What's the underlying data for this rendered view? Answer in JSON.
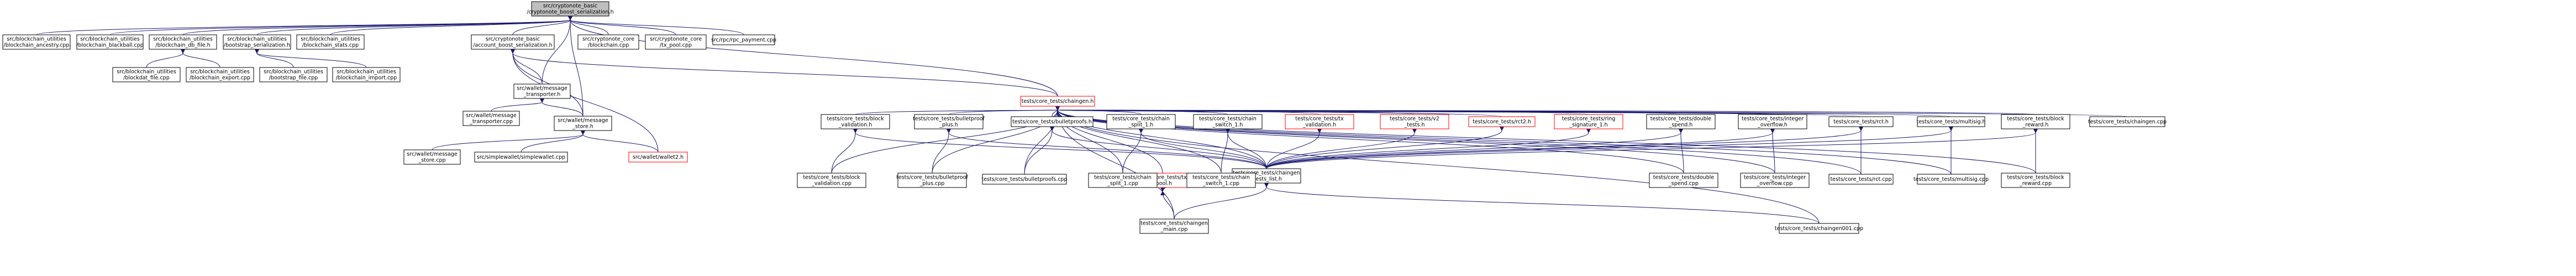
{
  "colors": {
    "edge": "#191970",
    "root_fill": "#bfbfbf",
    "node_border": "#000000",
    "missing_border": "#ff0000",
    "text": "#000000",
    "background": "#ffffff"
  },
  "nodes": [
    {
      "id": "root",
      "kind": "root",
      "lines": [
        "src/cryptonote_basic",
        "/cryptonote_boost_serialization.h"
      ]
    },
    {
      "id": "bc_ancestry",
      "kind": "normal",
      "lines": [
        "src/blockchain_utilities",
        "/blockchain_ancestry.cpp"
      ]
    },
    {
      "id": "bc_blackball",
      "kind": "normal",
      "lines": [
        "src/blockchain_utilities",
        "/blockchain_blackball.cpp"
      ]
    },
    {
      "id": "blockchain_db",
      "kind": "normal",
      "lines": [
        "src/blockchain_utilities",
        "/blockchain_db_file.h"
      ]
    },
    {
      "id": "bootstrap_h",
      "kind": "normal",
      "lines": [
        "src/blockchain_utilities",
        "/bootstrap_serialization.h"
      ]
    },
    {
      "id": "bc_stats",
      "kind": "normal",
      "lines": [
        "src/blockchain_utilities",
        "/blockchain_stats.cpp"
      ]
    },
    {
      "id": "acct_boost",
      "kind": "normal",
      "lines": [
        "src/cryptonote_basic",
        "/account_boost_serialization.h"
      ]
    },
    {
      "id": "cn_core_bc",
      "kind": "normal",
      "lines": [
        "src/cryptonote_core",
        "/blockchain.cpp"
      ]
    },
    {
      "id": "cn_core_txpool",
      "kind": "normal",
      "lines": [
        "src/cryptonote_core",
        "/tx_pool.cpp"
      ]
    },
    {
      "id": "rpc_payment",
      "kind": "normal",
      "lines": [
        "src/rpc/rpc_payment.cpp"
      ]
    },
    {
      "id": "blockdat_cpp",
      "kind": "normal",
      "lines": [
        "src/blockchain_utilities",
        "/blockdat_file.cpp"
      ]
    },
    {
      "id": "bc_export",
      "kind": "normal",
      "lines": [
        "src/blockchain_utilities",
        "/blockchain_export.cpp"
      ]
    },
    {
      "id": "bootstrap_cpp",
      "kind": "normal",
      "lines": [
        "src/blockchain_utilities",
        "/bootstrap_file.cpp"
      ]
    },
    {
      "id": "bc_import",
      "kind": "normal",
      "lines": [
        "src/blockchain_utilities",
        "/blockchain_import.cpp"
      ]
    },
    {
      "id": "msg_transporter_h",
      "kind": "normal",
      "lines": [
        "src/wallet/message",
        "_transporter.h"
      ]
    },
    {
      "id": "msg_transporter_cpp",
      "kind": "normal",
      "lines": [
        "src/wallet/message",
        "_transporter.cpp"
      ]
    },
    {
      "id": "msg_store_h",
      "kind": "normal",
      "lines": [
        "src/wallet/message",
        "_store.h"
      ]
    },
    {
      "id": "msg_store_cpp",
      "kind": "normal",
      "lines": [
        "src/wallet/message",
        "_store.cpp"
      ]
    },
    {
      "id": "simplewallet",
      "kind": "normal",
      "lines": [
        "src/simplewallet/simplewallet.cpp"
      ]
    },
    {
      "id": "wallet2",
      "kind": "missing",
      "lines": [
        "src/wallet/wallet2.h"
      ]
    },
    {
      "id": "chaingen_h",
      "kind": "missing",
      "lines": [
        "tests/core_tests/chaingen.h"
      ]
    },
    {
      "id": "block_validation_h",
      "kind": "normal",
      "lines": [
        "tests/core_tests/block",
        "_validation.h"
      ]
    },
    {
      "id": "bp_plus_h",
      "kind": "normal",
      "lines": [
        "tests/core_tests/bulletproof",
        "_plus.h"
      ]
    },
    {
      "id": "bulletproofs_h",
      "kind": "normal",
      "lines": [
        "tests/core_tests/bulletproofs.h"
      ]
    },
    {
      "id": "chain_split_h",
      "kind": "normal",
      "lines": [
        "tests/core_tests/chain",
        "_split_1.h"
      ]
    },
    {
      "id": "chain_switch_h",
      "kind": "normal",
      "lines": [
        "tests/core_tests/chain",
        "_switch_1.h"
      ]
    },
    {
      "id": "tx_validation_h",
      "kind": "missing",
      "lines": [
        "tests/core_tests/tx",
        "_validation.h"
      ]
    },
    {
      "id": "v2_tests_h",
      "kind": "missing",
      "lines": [
        "tests/core_tests/v2",
        "_tests.h"
      ]
    },
    {
      "id": "rct2_h",
      "kind": "missing",
      "lines": [
        "tests/core_tests/rct2.h"
      ]
    },
    {
      "id": "ring_sig_h",
      "kind": "missing",
      "lines": [
        "tests/core_tests/ring",
        "_signature_1.h"
      ]
    },
    {
      "id": "double_spend_h",
      "kind": "normal",
      "lines": [
        "tests/core_tests/double",
        "_spend.h"
      ]
    },
    {
      "id": "int_overflow_h",
      "kind": "normal",
      "lines": [
        "tests/core_tests/integer",
        "_overflow.h"
      ]
    },
    {
      "id": "rct_h",
      "kind": "normal",
      "lines": [
        "tests/core_tests/rct.h"
      ]
    },
    {
      "id": "multisig_h",
      "kind": "normal",
      "lines": [
        "tests/core_tests/multisig.h"
      ]
    },
    {
      "id": "block_reward_h",
      "kind": "normal",
      "lines": [
        "tests/core_tests/block",
        "_reward.h"
      ]
    },
    {
      "id": "chaingen_cpp",
      "kind": "normal",
      "lines": [
        "tests/core_tests/chaingen.cpp"
      ]
    },
    {
      "id": "tx_pool_h",
      "kind": "missing",
      "lines": [
        "tests/core_tests/tx",
        "_pool.h"
      ]
    },
    {
      "id": "tests_list_h",
      "kind": "normal",
      "lines": [
        "tests/core_tests/chaingen",
        "_tests_list.h"
      ]
    },
    {
      "id": "block_validation_cpp",
      "kind": "normal",
      "lines": [
        "tests/core_tests/block",
        "_validation.cpp"
      ]
    },
    {
      "id": "bp_plus_cpp",
      "kind": "normal",
      "lines": [
        "tests/core_tests/bulletproof",
        "_plus.cpp"
      ]
    },
    {
      "id": "bulletproofs_cpp",
      "kind": "normal",
      "lines": [
        "tests/core_tests/bulletproofs.cpp"
      ]
    },
    {
      "id": "chain_split_cpp",
      "kind": "normal",
      "lines": [
        "tests/core_tests/chain",
        "_split_1.cpp"
      ]
    },
    {
      "id": "chain_switch_cpp",
      "kind": "normal",
      "lines": [
        "tests/core_tests/chain",
        "_switch_1.cpp"
      ]
    },
    {
      "id": "double_spend_cpp",
      "kind": "normal",
      "lines": [
        "tests/core_tests/double",
        "_spend.cpp"
      ]
    },
    {
      "id": "int_overflow_cpp",
      "kind": "normal",
      "lines": [
        "tests/core_tests/integer",
        "_overflow.cpp"
      ]
    },
    {
      "id": "rct_cpp",
      "kind": "normal",
      "lines": [
        "tests/core_tests/rct.cpp"
      ]
    },
    {
      "id": "multisig_cpp",
      "kind": "normal",
      "lines": [
        "tests/core_tests/multisig.cpp"
      ]
    },
    {
      "id": "block_reward_cpp",
      "kind": "normal",
      "lines": [
        "tests/core_tests/block",
        "_reward.cpp"
      ]
    },
    {
      "id": "chaingen_main",
      "kind": "normal",
      "lines": [
        "tests/core_tests/chaingen",
        "_main.cpp"
      ]
    },
    {
      "id": "chaingen001",
      "kind": "normal",
      "lines": [
        "tests/core_tests/chaingen001.cpp"
      ]
    }
  ],
  "edges": [
    [
      "root",
      "bc_ancestry"
    ],
    [
      "root",
      "bc_blackball"
    ],
    [
      "root",
      "blockchain_db"
    ],
    [
      "root",
      "bootstrap_h"
    ],
    [
      "root",
      "bc_stats"
    ],
    [
      "root",
      "acct_boost"
    ],
    [
      "root",
      "cn_core_bc"
    ],
    [
      "root",
      "cn_core_txpool"
    ],
    [
      "root",
      "rpc_payment"
    ],
    [
      "root",
      "msg_transporter_h"
    ],
    [
      "root",
      "msg_store_h"
    ],
    [
      "root",
      "chaingen_h"
    ],
    [
      "blockchain_db",
      "blockdat_cpp"
    ],
    [
      "blockchain_db",
      "bc_export"
    ],
    [
      "bootstrap_h",
      "bootstrap_cpp"
    ],
    [
      "bootstrap_h",
      "bc_import"
    ],
    [
      "acct_boost",
      "chaingen_h"
    ],
    [
      "acct_boost",
      "msg_transporter_h"
    ],
    [
      "acct_boost",
      "msg_store_h"
    ],
    [
      "acct_boost",
      "wallet2"
    ],
    [
      "msg_transporter_h",
      "msg_transporter_cpp"
    ],
    [
      "msg_transporter_h",
      "msg_store_h"
    ],
    [
      "msg_store_h",
      "msg_store_cpp"
    ],
    [
      "msg_store_h",
      "simplewallet"
    ],
    [
      "msg_store_h",
      "wallet2"
    ],
    [
      "chaingen_h",
      "block_validation_h"
    ],
    [
      "chaingen_h",
      "bp_plus_h"
    ],
    [
      "chaingen_h",
      "bulletproofs_h"
    ],
    [
      "chaingen_h",
      "chain_split_h"
    ],
    [
      "chaingen_h",
      "chain_switch_h"
    ],
    [
      "chaingen_h",
      "tx_validation_h"
    ],
    [
      "chaingen_h",
      "v2_tests_h"
    ],
    [
      "chaingen_h",
      "rct2_h"
    ],
    [
      "chaingen_h",
      "ring_sig_h"
    ],
    [
      "chaingen_h",
      "double_spend_h"
    ],
    [
      "chaingen_h",
      "int_overflow_h"
    ],
    [
      "chaingen_h",
      "rct_h"
    ],
    [
      "chaingen_h",
      "multisig_h"
    ],
    [
      "chaingen_h",
      "block_reward_h"
    ],
    [
      "chaingen_h",
      "chaingen_cpp"
    ],
    [
      "chaingen_h",
      "tx_pool_h"
    ],
    [
      "chaingen_h",
      "tests_list_h"
    ],
    [
      "chaingen_h",
      "chaingen_main"
    ],
    [
      "chaingen_h",
      "chaingen001"
    ],
    [
      "chaingen_h",
      "block_validation_cpp"
    ],
    [
      "chaingen_h",
      "bp_plus_cpp"
    ],
    [
      "chaingen_h",
      "bulletproofs_cpp"
    ],
    [
      "chaingen_h",
      "chain_split_cpp"
    ],
    [
      "chaingen_h",
      "chain_switch_cpp"
    ],
    [
      "chaingen_h",
      "double_spend_cpp"
    ],
    [
      "chaingen_h",
      "int_overflow_cpp"
    ],
    [
      "chaingen_h",
      "rct_cpp"
    ],
    [
      "chaingen_h",
      "multisig_cpp"
    ],
    [
      "chaingen_h",
      "block_reward_cpp"
    ],
    [
      "block_validation_h",
      "block_validation_cpp"
    ],
    [
      "block_validation_h",
      "tests_list_h"
    ],
    [
      "bp_plus_h",
      "bp_plus_cpp"
    ],
    [
      "bp_plus_h",
      "tests_list_h"
    ],
    [
      "bulletproofs_h",
      "bulletproofs_cpp"
    ],
    [
      "bulletproofs_h",
      "tests_list_h"
    ],
    [
      "chain_split_h",
      "chain_split_cpp"
    ],
    [
      "chain_split_h",
      "tests_list_h"
    ],
    [
      "chain_switch_h",
      "chain_switch_cpp"
    ],
    [
      "chain_switch_h",
      "tests_list_h"
    ],
    [
      "tx_validation_h",
      "tests_list_h"
    ],
    [
      "v2_tests_h",
      "tests_list_h"
    ],
    [
      "rct2_h",
      "tests_list_h"
    ],
    [
      "ring_sig_h",
      "tests_list_h"
    ],
    [
      "double_spend_h",
      "double_spend_cpp"
    ],
    [
      "double_spend_h",
      "tests_list_h"
    ],
    [
      "int_overflow_h",
      "int_overflow_cpp"
    ],
    [
      "int_overflow_h",
      "tests_list_h"
    ],
    [
      "rct_h",
      "rct_cpp"
    ],
    [
      "rct_h",
      "tests_list_h"
    ],
    [
      "multisig_h",
      "multisig_cpp"
    ],
    [
      "multisig_h",
      "tests_list_h"
    ],
    [
      "block_reward_h",
      "block_reward_cpp"
    ],
    [
      "block_reward_h",
      "tests_list_h"
    ],
    [
      "tx_pool_h",
      "chaingen_main"
    ],
    [
      "tx_pool_h",
      "tests_list_h"
    ],
    [
      "tests_list_h",
      "chaingen_main"
    ],
    [
      "tests_list_h",
      "chaingen001"
    ]
  ]
}
